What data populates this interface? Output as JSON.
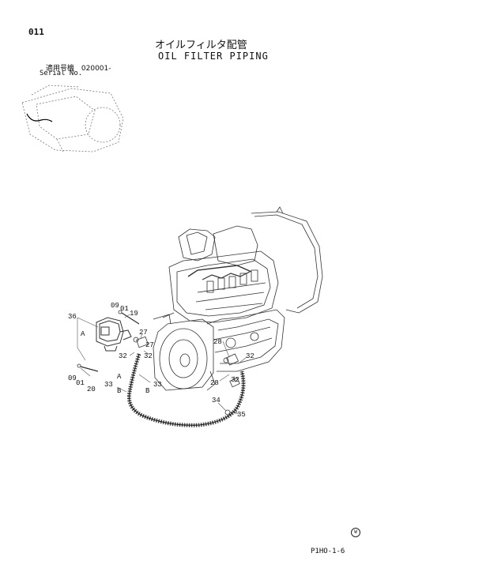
{
  "header": {
    "page_number": "011",
    "title_jp": "オイルフィルタ配管",
    "title_en": "OIL FILTER PIPING",
    "serial_label_jp": "適用号機",
    "serial_value": "020001-",
    "serial_label_en": "Serial No."
  },
  "footer": {
    "code": "P1HO-1-6",
    "mark": "W"
  },
  "callouts": [
    {
      "id": "c-09a",
      "text": "09"
    },
    {
      "id": "c-01a",
      "text": "01"
    },
    {
      "id": "c-19",
      "text": "19"
    },
    {
      "id": "c-36",
      "text": "36"
    },
    {
      "id": "c-A1",
      "text": "A"
    },
    {
      "id": "c-27a",
      "text": "27"
    },
    {
      "id": "c-27b",
      "text": "27"
    },
    {
      "id": "c-32a",
      "text": "32"
    },
    {
      "id": "c-32b",
      "text": "32"
    },
    {
      "id": "c-28a",
      "text": "28"
    },
    {
      "id": "c-32c",
      "text": "32"
    },
    {
      "id": "c-09b",
      "text": "09"
    },
    {
      "id": "c-01b",
      "text": "01"
    },
    {
      "id": "c-20",
      "text": "20"
    },
    {
      "id": "c-33a",
      "text": "33"
    },
    {
      "id": "c-A2",
      "text": "A"
    },
    {
      "id": "c-B1",
      "text": "B"
    },
    {
      "id": "c-33b",
      "text": "33"
    },
    {
      "id": "c-B2",
      "text": "B"
    },
    {
      "id": "c-28b",
      "text": "28"
    },
    {
      "id": "c-32d",
      "text": "32"
    },
    {
      "id": "c-34",
      "text": "34"
    },
    {
      "id": "c-35",
      "text": "35"
    }
  ]
}
